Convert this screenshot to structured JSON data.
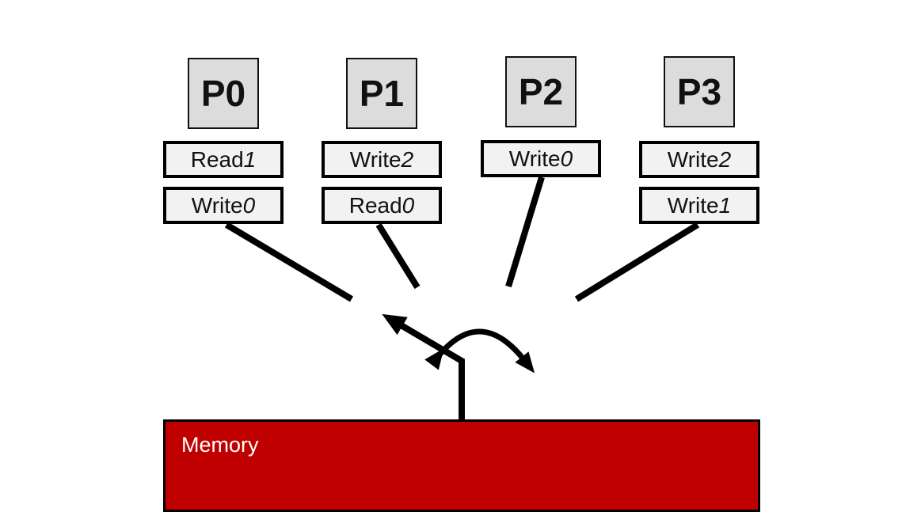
{
  "diagram": {
    "processors": [
      {
        "label": "P0",
        "operations": [
          {
            "op": "Read",
            "addr": "1"
          },
          {
            "op": "Write",
            "addr": "0"
          }
        ]
      },
      {
        "label": "P1",
        "operations": [
          {
            "op": "Write",
            "addr": "2"
          },
          {
            "op": "Read",
            "addr": "0"
          }
        ]
      },
      {
        "label": "P2",
        "operations": [
          {
            "op": "Write",
            "addr": "0"
          }
        ]
      },
      {
        "label": "P3",
        "operations": [
          {
            "op": "Write",
            "addr": "2"
          },
          {
            "op": "Write",
            "addr": "1"
          }
        ]
      }
    ],
    "memory": {
      "label": "Memory"
    },
    "colors": {
      "background": "#ffffff",
      "processor_fill": "#dcdcdc",
      "operation_fill": "#f2f2f2",
      "memory_fill": "#c00000",
      "memory_text": "#ffffff",
      "stroke": "#000000"
    }
  }
}
